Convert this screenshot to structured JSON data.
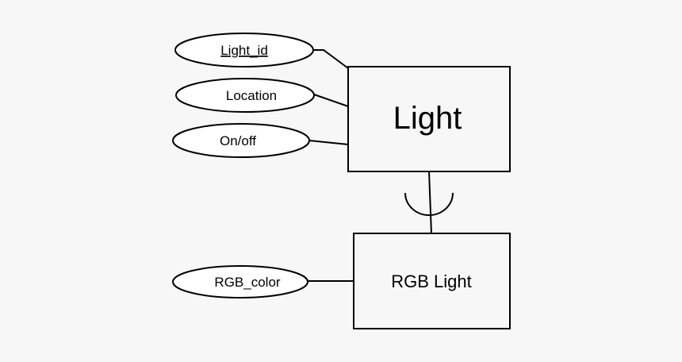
{
  "diagram": {
    "entities": {
      "light": "Light",
      "rgb_light": "RGB Light"
    },
    "attributes": {
      "light_id": "Light_id",
      "location": "Location",
      "on_off": "On/off",
      "rgb_color": "RGB_color"
    }
  }
}
